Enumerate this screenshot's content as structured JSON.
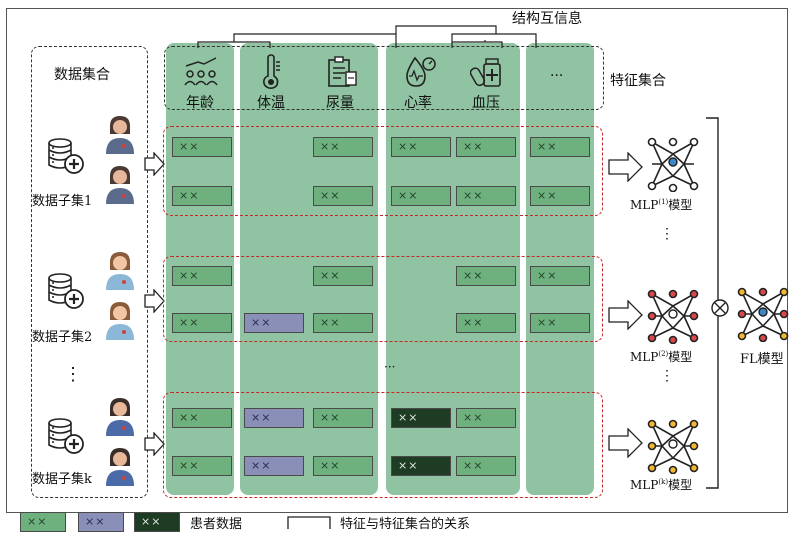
{
  "title": "结构互信息",
  "features_label": "特征集合",
  "dataset_label": "数据集合",
  "features": [
    "年龄",
    "体温",
    "尿量",
    "心率",
    "血压",
    "···"
  ],
  "subsets": [
    "数据子集1",
    "数据子集2",
    "数据子集k"
  ],
  "cell_text": "××",
  "vertical_ellipsis": "⋮",
  "middle_ellipsis": "···",
  "models": [
    "MLP",
    "MLP",
    "MLP"
  ],
  "model_sups": [
    "(1)",
    "(2)",
    "(k)"
  ],
  "model_suffix": "模型",
  "fl_model": "FL模型",
  "legend": {
    "patient": "患者数据",
    "relation": "特征与特征集合的关系"
  },
  "colors": {
    "green": "#6fb07f",
    "purple": "#8a8fb8",
    "dark": "#1e3b24",
    "column": "#8fc3a2",
    "red_dash": "#c62828"
  }
}
